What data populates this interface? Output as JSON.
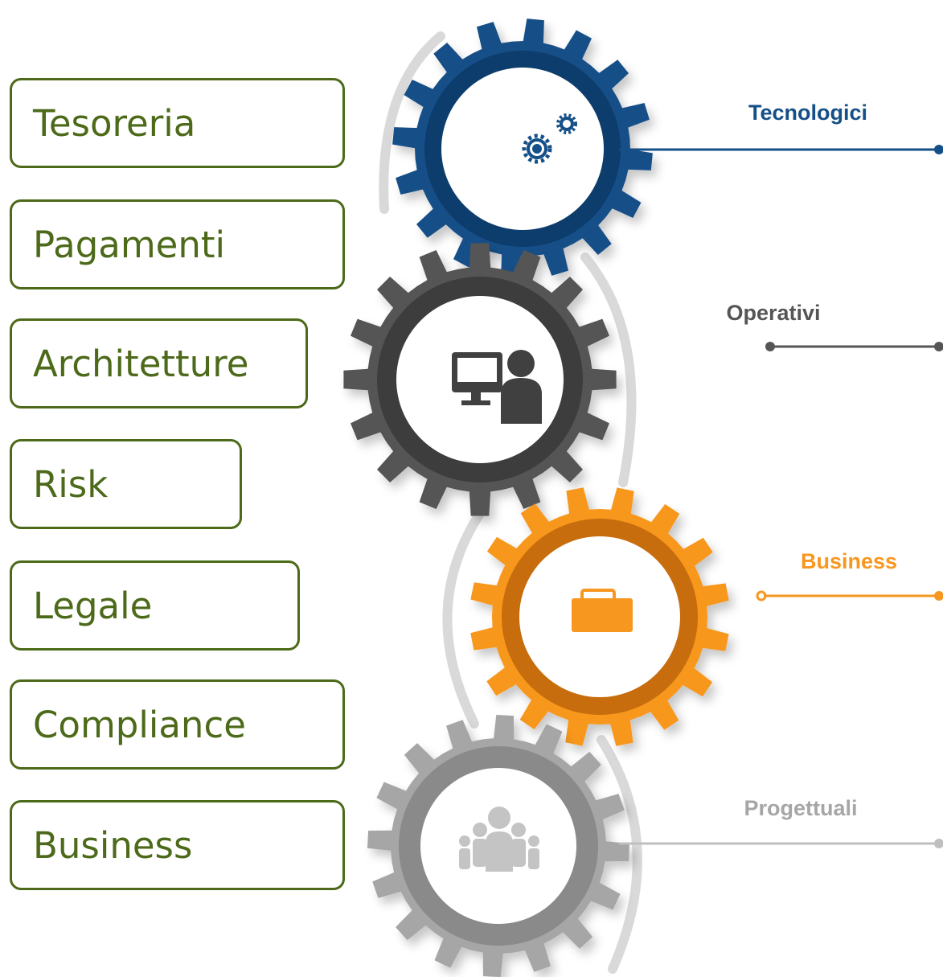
{
  "areas": [
    {
      "label": "Tesoreria"
    },
    {
      "label": "Pagamenti"
    },
    {
      "label": "Architetture"
    },
    {
      "label": "Risk"
    },
    {
      "label": "Legale"
    },
    {
      "label": "Compliance"
    },
    {
      "label": "Business"
    }
  ],
  "risk_categories": [
    {
      "label": "Tecnologici",
      "icon": "cogs-icon",
      "color": "#154f88"
    },
    {
      "label": "Operativi",
      "icon": "monitor-user-icon",
      "color": "#555555"
    },
    {
      "label": "Business",
      "icon": "briefcase-icon",
      "color": "#f7971f"
    },
    {
      "label": "Progettuali",
      "icon": "team-icon",
      "color": "#a6a6a6"
    }
  ],
  "colors": {
    "area_border": "#4c6a19",
    "area_text": "#4c6a19",
    "connector_arc": "#d9d9d9"
  }
}
